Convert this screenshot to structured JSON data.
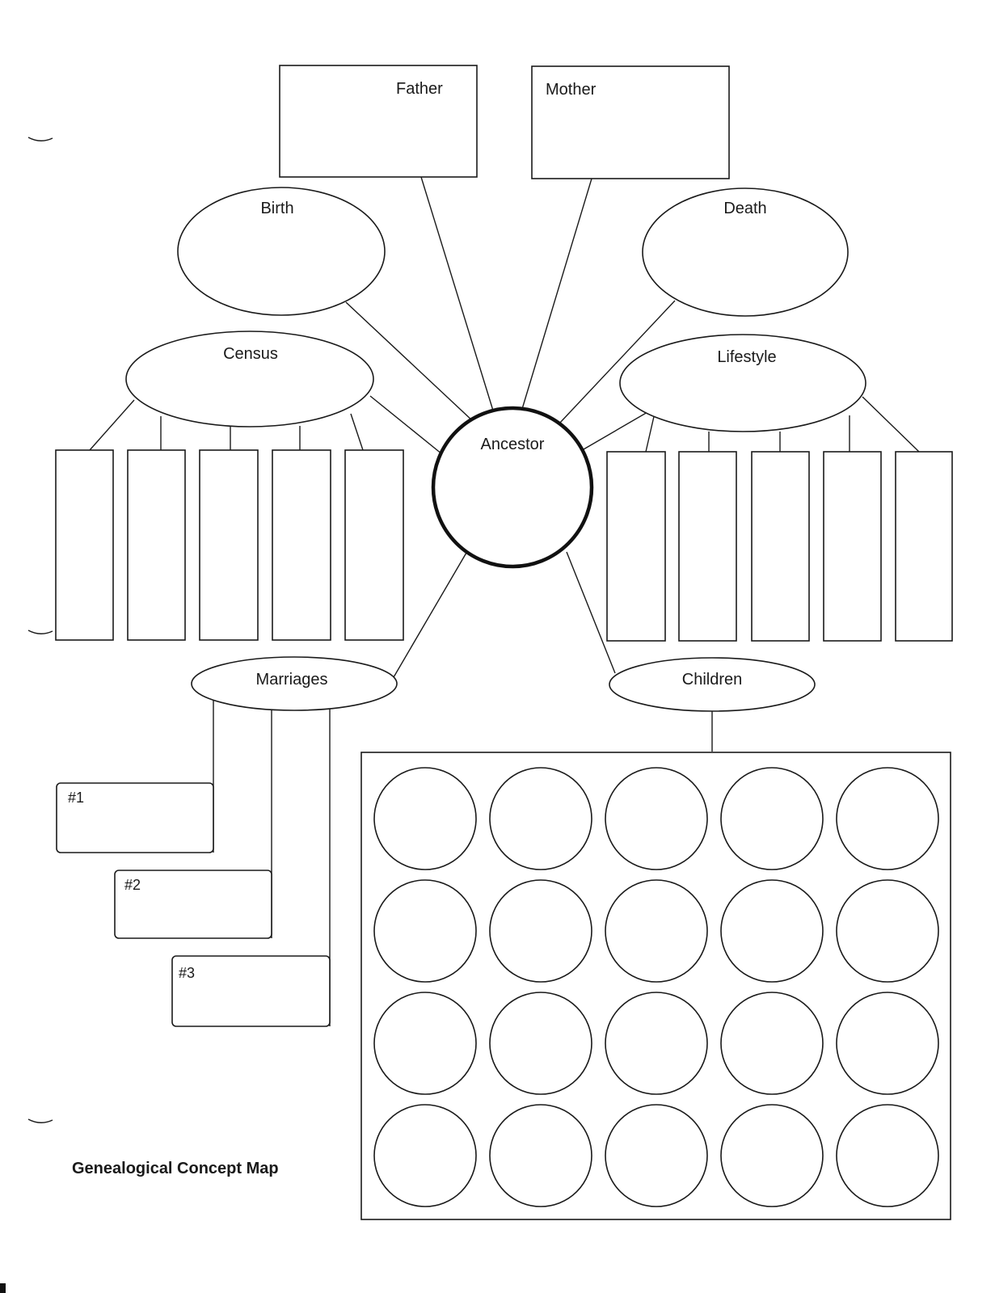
{
  "labels": {
    "father": "Father",
    "mother": "Mother",
    "birth": "Birth",
    "death": "Death",
    "census": "Census",
    "lifestyle": "Lifestyle",
    "ancestor": "Ancestor",
    "marriages": "Marriages",
    "children": "Children",
    "marriage_1": "#1",
    "marriage_2": "#2",
    "marriage_3": "#3"
  },
  "footer": {
    "title": "Genealogical Concept Map"
  }
}
